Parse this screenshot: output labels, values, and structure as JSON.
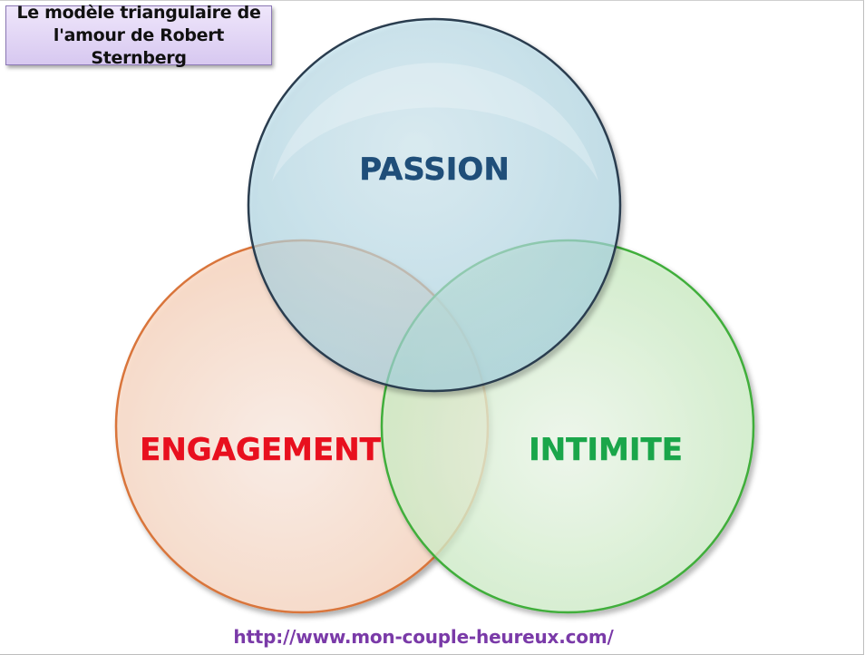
{
  "title": {
    "line1": "Le modèle triangulaire de",
    "line2": "l'amour de Robert Sternberg"
  },
  "diagram": {
    "type": "venn",
    "circles": [
      {
        "label": "PASSION",
        "label_color": "#1f4e79",
        "fill": "#bfe3ef",
        "stroke": "#2c3e50"
      },
      {
        "label": "ENGAGEMENT",
        "label_color": "#e8101e",
        "fill": "#fbd9c4",
        "stroke": "#d9743a"
      },
      {
        "label": "INTIMITE",
        "label_color": "#1aa64a",
        "fill": "#d6f6cf",
        "stroke": "#3fae3a"
      }
    ]
  },
  "footer": {
    "url": "http://www.mon-couple-heureux.com/"
  }
}
